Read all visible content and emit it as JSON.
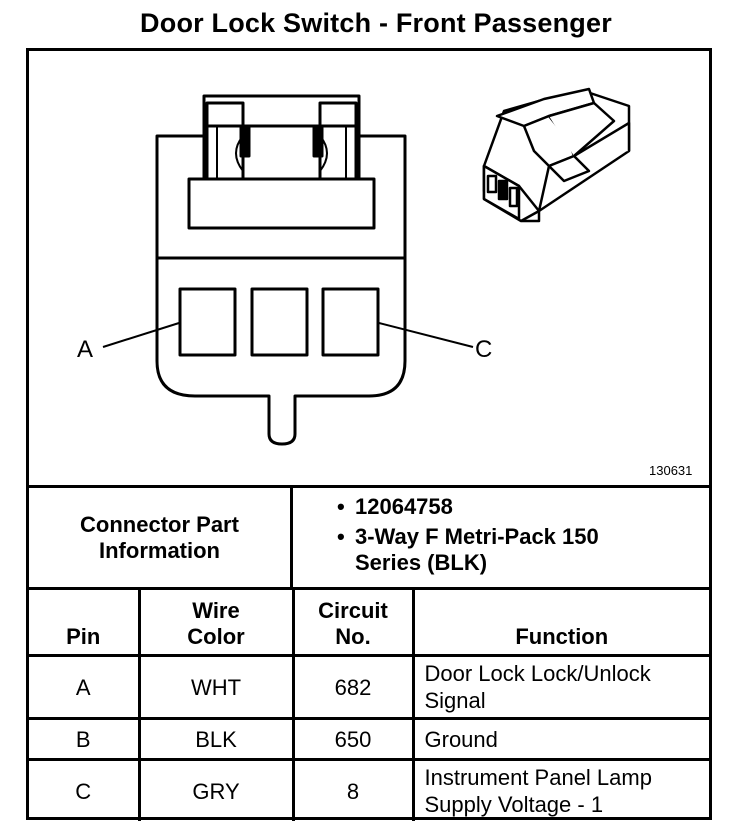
{
  "title": "Door Lock Switch - Front Passenger",
  "diagram": {
    "pin_callouts": [
      "A",
      "C"
    ],
    "figure_number": "130631",
    "icons": [
      "connector-face-view",
      "connector-3d-view"
    ]
  },
  "connector_info": {
    "label": "Connector Part Information",
    "bullet": "•",
    "items": [
      "12064758",
      "3-Way F Metri-Pack 150 Series (BLK)"
    ]
  },
  "pin_table": {
    "headers": [
      "Pin",
      "Wire Color",
      "Circuit No.",
      "Function"
    ],
    "rows": [
      {
        "pin": "A",
        "wire_color": "WHT",
        "circuit": "682",
        "function": "Door Lock Lock/Unlock Signal"
      },
      {
        "pin": "B",
        "wire_color": "BLK",
        "circuit": "650",
        "function": "Ground"
      },
      {
        "pin": "C",
        "wire_color": "GRY",
        "circuit": "8",
        "function": "Instrument Panel Lamp Supply Voltage - 1"
      }
    ]
  }
}
